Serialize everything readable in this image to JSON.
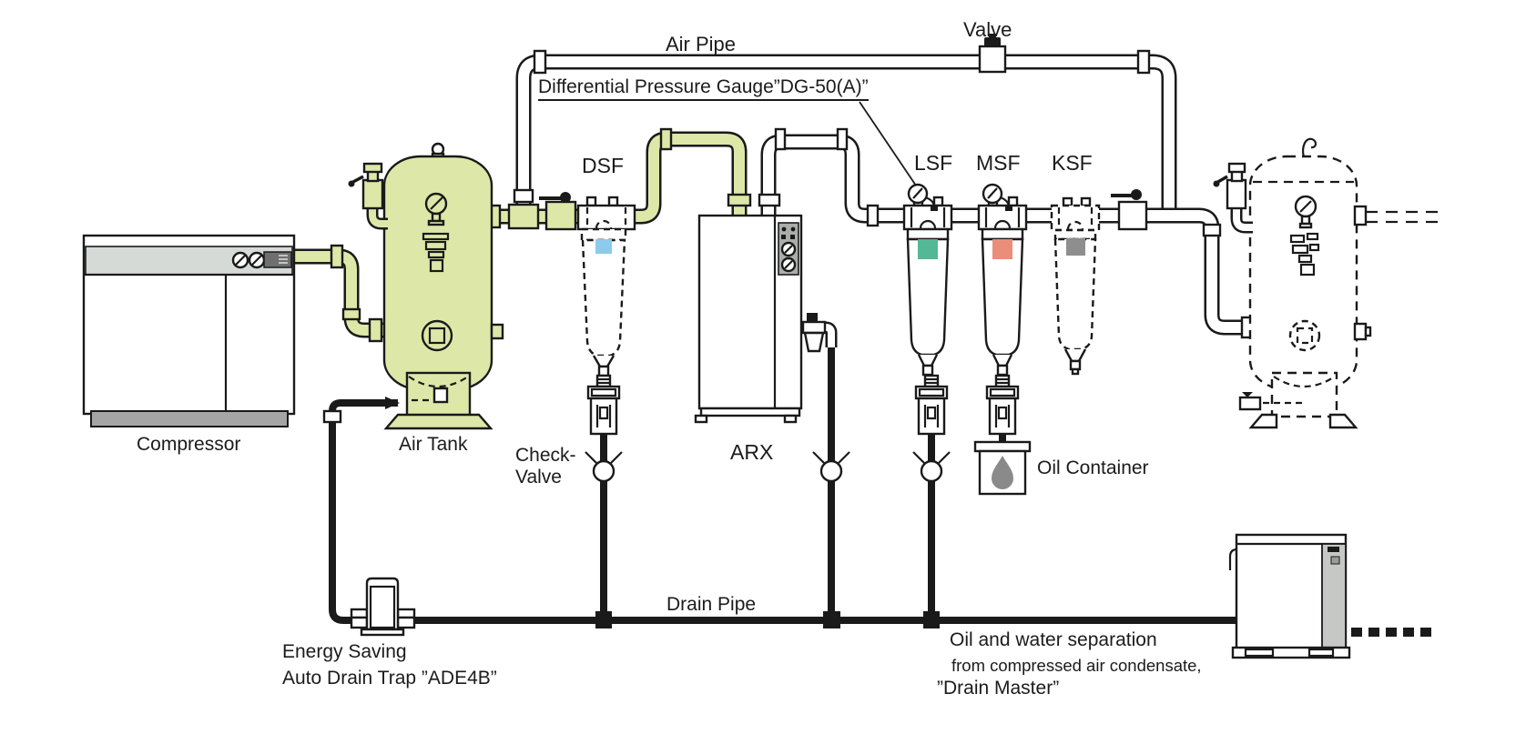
{
  "labels": {
    "air_pipe": "Air Pipe",
    "valve": "Valve",
    "dpg": "Differential Pressure Gauge”DG-50(A)”",
    "dsf": "DSF",
    "lsf": "LSF",
    "msf": "MSF",
    "ksf": "KSF",
    "arx": "ARX",
    "compressor": "Compressor",
    "air_tank": "Air Tank",
    "check_valve_l1": "Check-",
    "check_valve_l2": "Valve",
    "oil_container": "Oil Container",
    "drain_pipe": "Drain Pipe",
    "energy_l1": "Energy Saving",
    "energy_l2": "Auto Drain Trap ”ADE4B”",
    "sep_l1": "Oil and water separation",
    "sep_l2": "from compressed air condensate,",
    "sep_l3": "”Drain Master”"
  },
  "colors": {
    "outline": "#1a1a1a",
    "pipe_green": "#dde8a8",
    "label_blue": "#8ccbeb",
    "label_green": "#54b795",
    "label_red": "#ea8e79",
    "label_gray": "#8e8e8e",
    "machine_band": "#d6dad6",
    "machine_base": "#a5a5a5",
    "display_dark": "#6f6f6f",
    "panel_gray": "#aaaeaa",
    "drop_gray": "#8a8a8a",
    "dm_panel": "#c6c8c6"
  }
}
